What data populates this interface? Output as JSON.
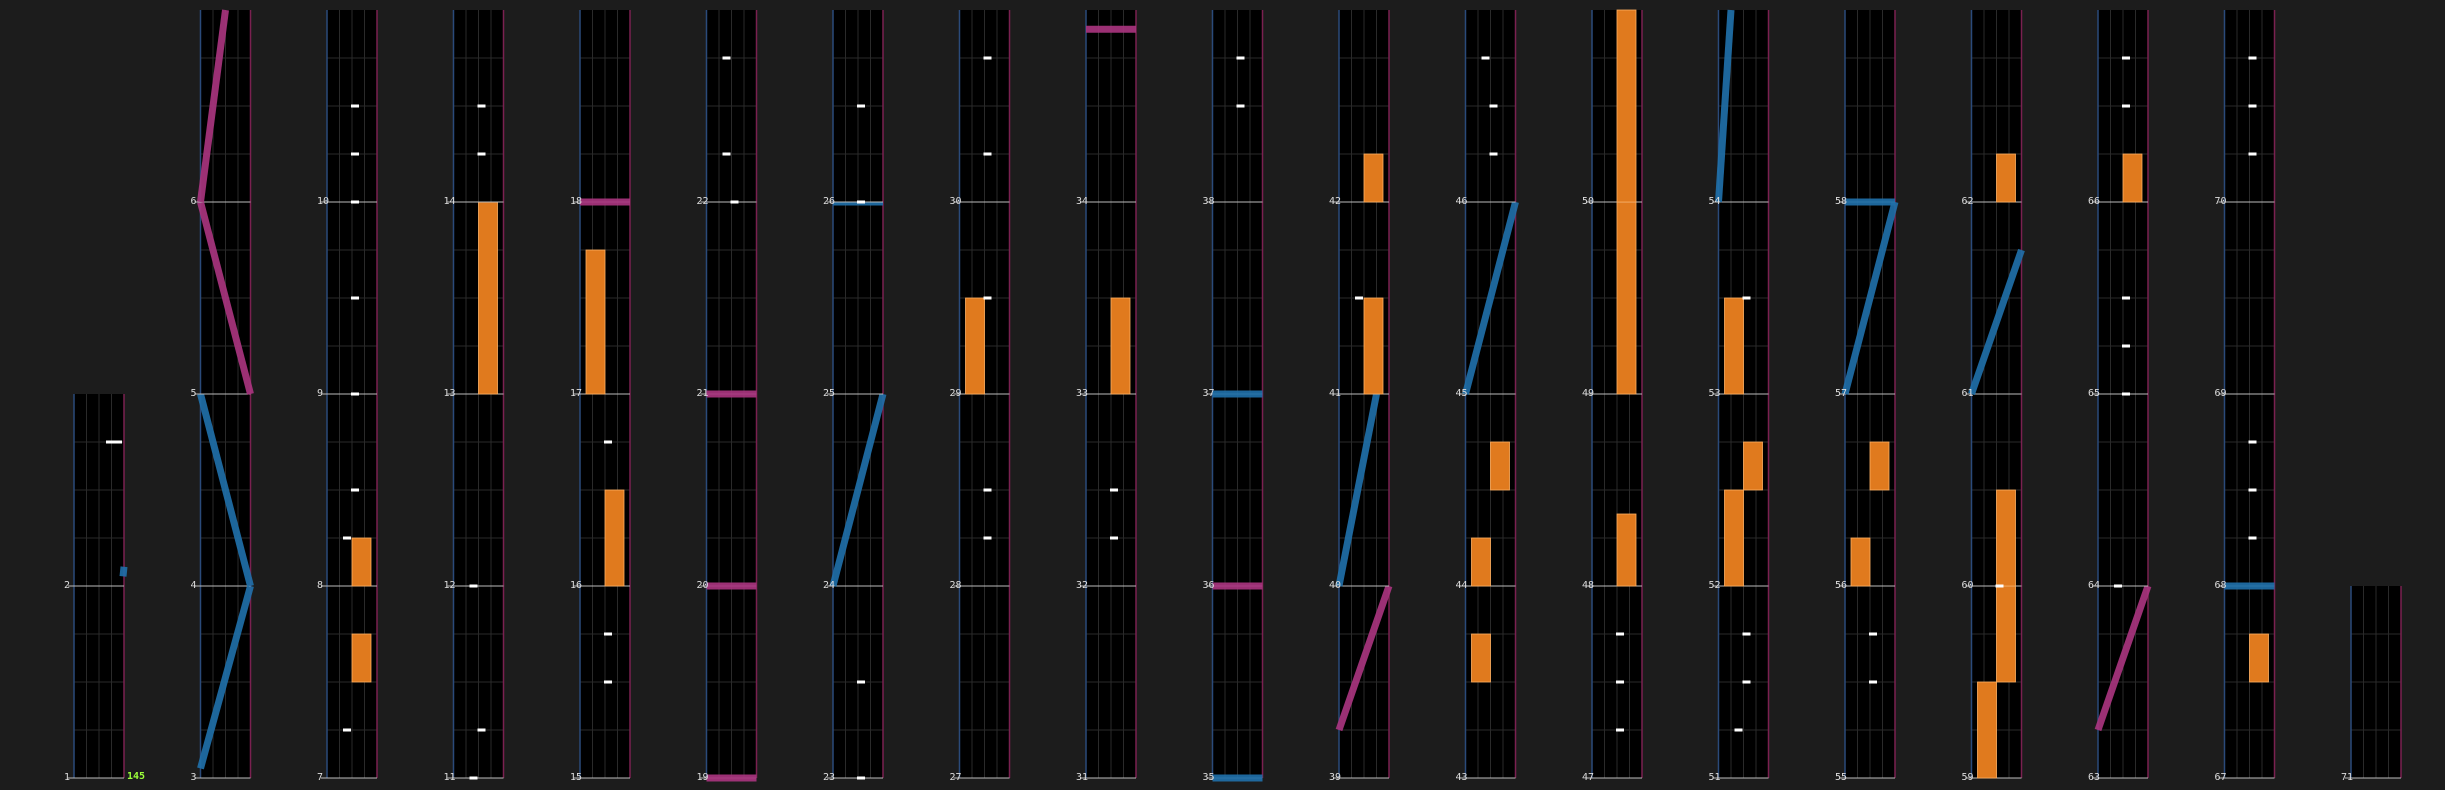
{
  "chart": {
    "bpm_label": "145",
    "measure_count": 71,
    "colors": {
      "background": "#1c1c1c",
      "lane": "#000000",
      "grid": "#2a2a2a",
      "left_rail": "#2a4a7a",
      "right_rail": "#7a2050",
      "separator": "#bdbdbd",
      "tap": "#ffffff",
      "hold": "#e07a1e",
      "laser_left": "#1f6fa8",
      "laser_right": "#a8347e",
      "bpm": "#9cff3a",
      "label": "#dddddd"
    },
    "notes": {
      "1": {
        "fx": [],
        "bt": [],
        "lasers": []
      },
      "2": {
        "fx": [],
        "bt": [
          {
            "lane": 2,
            "pos": 0.75
          },
          {
            "lane": 3,
            "pos": 0.75
          }
        ],
        "lasers": [
          {
            "side": "L",
            "pts": [
              [
                0.98,
                0.05
              ],
              [
                1,
                0.1
              ]
            ]
          }
        ]
      },
      "3": {
        "fx": [],
        "bt": [],
        "lasers": [
          {
            "side": "L",
            "pts": [
              [
                0,
                0.05
              ],
              [
                1,
                1
              ]
            ]
          }
        ]
      },
      "4": {
        "fx": [],
        "bt": [],
        "lasers": [
          {
            "side": "L",
            "pts": [
              [
                0,
                1
              ],
              [
                1,
                0
              ]
            ]
          }
        ]
      },
      "5": {
        "fx": [],
        "bt": [],
        "lasers": [
          {
            "side": "R",
            "pts": [
              [
                0,
                1
              ],
              [
                1,
                0
              ]
            ]
          }
        ]
      },
      "6": {
        "fx": [],
        "bt": [],
        "lasers": [
          {
            "side": "R",
            "pts": [
              [
                0,
                0
              ],
              [
                0.5,
                1
              ]
            ]
          }
        ]
      },
      "7": {
        "fx": [
          {
            "lane": 1,
            "start": 0.5,
            "end": 0.75
          }
        ],
        "bt": [
          {
            "lane": 0,
            "pos": 0.25
          }
        ],
        "lasers": []
      },
      "8": {
        "fx": [
          {
            "lane": 1,
            "start": 0,
            "end": 0.25
          }
        ],
        "bt": [
          {
            "lane": 0,
            "pos": 0.25
          },
          {
            "lane": 1,
            "pos": 0.5
          }
        ],
        "lasers": []
      },
      "9": {
        "fx": [],
        "bt": [
          {
            "lane": 1,
            "pos": 0
          },
          {
            "lane": 1,
            "pos": 0.5
          }
        ],
        "lasers": []
      },
      "10": {
        "fx": [],
        "bt": [
          {
            "lane": 1,
            "pos": 0
          },
          {
            "lane": 1,
            "pos": 0.25
          },
          {
            "lane": 1,
            "pos": 0.5
          }
        ],
        "lasers": []
      },
      "11": {
        "fx": [],
        "bt": [
          {
            "lane": 0,
            "pos": 0
          },
          {
            "lane": 1,
            "pos": 0.25
          }
        ],
        "lasers": []
      },
      "12": {
        "fx": [],
        "bt": [
          {
            "lane": 0,
            "pos": 0
          }
        ],
        "lasers": []
      },
      "13": {
        "fx": [
          {
            "lane": 1,
            "start": 0,
            "end": 1
          }
        ],
        "bt": [],
        "lasers": []
      },
      "14": {
        "fx": [],
        "bt": [
          {
            "lane": 1,
            "pos": 0.25
          },
          {
            "lane": 1,
            "pos": 0.5
          }
        ],
        "lasers": []
      },
      "15": {
        "fx": [],
        "bt": [
          {
            "lane": 1,
            "pos": 0.5
          },
          {
            "lane": 1,
            "pos": 0.75
          }
        ],
        "lasers": []
      },
      "16": {
        "fx": [
          {
            "lane": 1,
            "start": 0,
            "end": 0.5
          }
        ],
        "bt": [
          {
            "lane": 1,
            "pos": 0.75
          }
        ],
        "lasers": []
      },
      "17": {
        "fx": [
          {
            "lane": 0,
            "start": 0,
            "end": 0.75
          }
        ],
        "bt": [],
        "lasers": []
      },
      "18": {
        "fx": [],
        "bt": [],
        "lasers": [
          {
            "side": "R",
            "pts": [
              [
                0,
                0
              ],
              [
                1,
                0
              ]
            ]
          }
        ]
      },
      "19": {
        "fx": [],
        "bt": [],
        "lasers": [
          {
            "side": "R",
            "pts": [
              [
                0,
                0
              ],
              [
                1,
                0
              ]
            ]
          }
        ]
      },
      "20": {
        "fx": [],
        "bt": [],
        "lasers": [
          {
            "side": "R",
            "pts": [
              [
                0,
                0
              ],
              [
                1,
                0
              ]
            ]
          }
        ]
      },
      "21": {
        "fx": [],
        "bt": [],
        "lasers": [
          {
            "side": "R",
            "pts": [
              [
                0,
                0
              ],
              [
                1,
                0
              ]
            ]
          }
        ]
      },
      "22": {
        "fx": [],
        "bt": [
          {
            "lane": 1,
            "pos": 0
          },
          {
            "lane": 0,
            "pos": 0.25
          },
          {
            "lane": 0,
            "pos": 0.75
          }
        ],
        "lasers": []
      },
      "23": {
        "fx": [],
        "bt": [
          {
            "lane": 1,
            "pos": 0
          },
          {
            "lane": 1,
            "pos": 0.5
          }
        ],
        "lasers": []
      },
      "24": {
        "fx": [],
        "bt": [],
        "lasers": [
          {
            "side": "L",
            "pts": [
              [
                0,
                0
              ],
              [
                1,
                1
              ]
            ]
          }
        ]
      },
      "25": {
        "fx": [],
        "bt": [],
        "lasers": [
          {
            "side": "L",
            "pts": [
              [
                0,
                1
              ],
              [
                1,
                1
              ]
            ]
          }
        ]
      },
      "26": {
        "fx": [],
        "bt": [
          {
            "lane": 1,
            "pos": 0
          },
          {
            "lane": 1,
            "pos": 0.5
          }
        ],
        "lasers": []
      },
      "27": {
        "fx": [],
        "bt": [],
        "lasers": []
      },
      "28": {
        "fx": [],
        "bt": [
          {
            "lane": 1,
            "pos": 0.25
          },
          {
            "lane": 1,
            "pos": 0.5
          }
        ],
        "lasers": []
      },
      "29": {
        "fx": [
          {
            "lane": 0,
            "start": 0,
            "end": 0.5
          }
        ],
        "bt": [
          {
            "lane": 1,
            "pos": 0.5
          }
        ],
        "lasers": []
      },
      "30": {
        "fx": [],
        "bt": [
          {
            "lane": 1,
            "pos": 0.25
          },
          {
            "lane": 1,
            "pos": 0.75
          }
        ],
        "lasers": []
      },
      "31": {
        "fx": [],
        "bt": [],
        "lasers": []
      },
      "32": {
        "fx": [],
        "bt": [
          {
            "lane": 1,
            "pos": 0.25
          },
          {
            "lane": 1,
            "pos": 0.5
          }
        ],
        "lasers": []
      },
      "33": {
        "fx": [
          {
            "lane": 1,
            "start": 0,
            "end": 0.5
          }
        ],
        "bt": [],
        "lasers": []
      },
      "34": {
        "fx": [],
        "bt": [],
        "lasers": [
          {
            "side": "R",
            "pts": [
              [
                0,
                0.9
              ],
              [
                1,
                0.9
              ]
            ]
          }
        ]
      },
      "35": {
        "fx": [],
        "bt": [],
        "lasers": [
          {
            "side": "L",
            "pts": [
              [
                0,
                0
              ],
              [
                1,
                0
              ]
            ]
          }
        ]
      },
      "36": {
        "fx": [],
        "bt": [],
        "lasers": [
          {
            "side": "R",
            "pts": [
              [
                0,
                0
              ],
              [
                1,
                0
              ]
            ]
          }
        ]
      },
      "37": {
        "fx": [],
        "bt": [],
        "lasers": [
          {
            "side": "L",
            "pts": [
              [
                0,
                0
              ],
              [
                1,
                0
              ]
            ]
          }
        ]
      },
      "38": {
        "fx": [],
        "bt": [
          {
            "lane": 1,
            "pos": 0.5
          },
          {
            "lane": 1,
            "pos": 0.75
          }
        ],
        "lasers": []
      },
      "39": {
        "fx": [],
        "bt": [],
        "lasers": [
          {
            "side": "R",
            "pts": [
              [
                0,
                0.25
              ],
              [
                1,
                1
              ]
            ]
          }
        ]
      },
      "40": {
        "fx": [],
        "bt": [],
        "lasers": [
          {
            "side": "L",
            "pts": [
              [
                0,
                0
              ],
              [
                0.75,
                1
              ]
            ]
          }
        ]
      },
      "41": {
        "fx": [
          {
            "lane": 1,
            "start": 0,
            "end": 0.5
          }
        ],
        "bt": [
          {
            "lane": 0,
            "pos": 0.5
          }
        ],
        "lasers": []
      },
      "42": {
        "fx": [
          {
            "lane": 1,
            "start": 0,
            "end": 0.25
          }
        ],
        "bt": [],
        "lasers": []
      },
      "43": {
        "fx": [
          {
            "lane": 0,
            "start": 0.5,
            "end": 0.75
          }
        ],
        "bt": [],
        "lasers": []
      },
      "44": {
        "fx": [
          {
            "lane": 0,
            "start": 0,
            "end": 0.25
          },
          {
            "lane": 1,
            "start": 0.5,
            "end": 0.75
          }
        ],
        "bt": [],
        "lasers": []
      },
      "45": {
        "fx": [],
        "bt": [],
        "lasers": [
          {
            "side": "L",
            "pts": [
              [
                0,
                0
              ],
              [
                1,
                1
              ]
            ]
          }
        ]
      },
      "46": {
        "fx": [],
        "bt": [
          {
            "lane": 1,
            "pos": 0.25
          },
          {
            "lane": 1,
            "pos": 0.5
          },
          {
            "lane": 0,
            "pos": 0.75
          }
        ],
        "lasers": []
      },
      "47": {
        "fx": [],
        "bt": [
          {
            "lane": 1,
            "pos": 0.25
          },
          {
            "lane": 1,
            "pos": 0.5
          },
          {
            "lane": 1,
            "pos": 0.75
          }
        ],
        "lasers": []
      },
      "48": {
        "fx": [
          {
            "lane": 1,
            "start": 0,
            "end": 0.375
          }
        ],
        "bt": [],
        "lasers": []
      },
      "49": {
        "fx": [
          {
            "lane": 1,
            "start": 0,
            "end": 1
          }
        ],
        "bt": [],
        "lasers": []
      },
      "50": {
        "fx": [
          {
            "lane": 1,
            "start": 0,
            "end": 1
          }
        ],
        "bt": [],
        "lasers": []
      },
      "51": {
        "fx": [],
        "bt": [
          {
            "lane": 0,
            "pos": 0.25
          },
          {
            "lane": 1,
            "pos": 0.5
          },
          {
            "lane": 1,
            "pos": 0.75
          }
        ],
        "lasers": []
      },
      "52": {
        "fx": [
          {
            "lane": 0,
            "start": 0,
            "end": 0.5
          },
          {
            "lane": 1,
            "start": 0.5,
            "end": 0.75
          }
        ],
        "bt": [],
        "lasers": []
      },
      "53": {
        "fx": [
          {
            "lane": 0,
            "start": 0,
            "end": 0.5
          }
        ],
        "bt": [
          {
            "lane": 1,
            "pos": 0.5
          }
        ],
        "lasers": []
      },
      "54": {
        "fx": [],
        "bt": [],
        "lasers": [
          {
            "side": "L",
            "pts": [
              [
                0,
                0
              ],
              [
                0.25,
                1
              ]
            ]
          }
        ]
      },
      "55": {
        "fx": [],
        "bt": [
          {
            "lane": 1,
            "pos": 0.5
          },
          {
            "lane": 1,
            "pos": 0.75
          }
        ],
        "lasers": []
      },
      "56": {
        "fx": [
          {
            "lane": 0,
            "start": 0,
            "end": 0.25
          },
          {
            "lane": 1,
            "start": 0.5,
            "end": 0.75
          }
        ],
        "bt": [],
        "lasers": []
      },
      "57": {
        "fx": [],
        "bt": [],
        "lasers": [
          {
            "side": "L",
            "pts": [
              [
                0,
                0
              ],
              [
                1,
                1
              ]
            ]
          }
        ]
      },
      "58": {
        "fx": [],
        "bt": [],
        "lasers": [
          {
            "side": "L",
            "pts": [
              [
                0,
                0
              ],
              [
                1,
                0
              ]
            ]
          }
        ]
      },
      "59": {
        "fx": [
          {
            "lane": 0,
            "start": 0,
            "end": 0.5
          },
          {
            "lane": 1,
            "start": 0.5,
            "end": 1
          }
        ],
        "bt": [],
        "lasers": []
      },
      "60": {
        "fx": [
          {
            "lane": 1,
            "start": 0,
            "end": 0.5
          }
        ],
        "bt": [
          {
            "lane": 1,
            "pos": 0
          }
        ],
        "lasers": []
      },
      "61": {
        "fx": [],
        "bt": [],
        "lasers": [
          {
            "side": "L",
            "pts": [
              [
                0,
                0
              ],
              [
                1,
                0.75
              ]
            ]
          }
        ]
      },
      "62": {
        "fx": [
          {
            "lane": 1,
            "start": 0,
            "end": 0.25
          }
        ],
        "bt": [],
        "lasers": []
      },
      "63": {
        "fx": [],
        "bt": [],
        "lasers": [
          {
            "side": "R",
            "pts": [
              [
                0,
                0.25
              ],
              [
                1,
                1
              ]
            ]
          }
        ]
      },
      "64": {
        "fx": [],
        "bt": [
          {
            "lane": 0,
            "pos": 0
          }
        ],
        "lasers": []
      },
      "65": {
        "fx": [],
        "bt": [
          {
            "lane": 1,
            "pos": 0
          },
          {
            "lane": 1,
            "pos": 0.25
          },
          {
            "lane": 1,
            "pos": 0.5
          }
        ],
        "lasers": []
      },
      "66": {
        "fx": [
          {
            "lane": 1,
            "start": 0,
            "end": 0.25
          }
        ],
        "bt": [
          {
            "lane": 1,
            "pos": 0.5
          },
          {
            "lane": 1,
            "pos": 0.75
          }
        ],
        "lasers": []
      },
      "67": {
        "fx": [
          {
            "lane": 1,
            "start": 0.5,
            "end": 0.75
          }
        ],
        "bt": [],
        "lasers": []
      },
      "68": {
        "fx": [],
        "bt": [
          {
            "lane": 1,
            "pos": 0.25
          },
          {
            "lane": 1,
            "pos": 0.5
          },
          {
            "lane": 1,
            "pos": 0.75
          }
        ],
        "lasers": [
          {
            "side": "L",
            "pts": [
              [
                0,
                0
              ],
              [
                1,
                0
              ]
            ]
          }
        ]
      },
      "69": {
        "fx": [],
        "bt": [],
        "lasers": []
      },
      "70": {
        "fx": [],
        "bt": [
          {
            "lane": 1,
            "pos": 0.25
          },
          {
            "lane": 1,
            "pos": 0.5
          },
          {
            "lane": 1,
            "pos": 0.75
          }
        ],
        "lasers": []
      },
      "71": {
        "fx": [],
        "bt": [],
        "lasers": []
      }
    }
  }
}
